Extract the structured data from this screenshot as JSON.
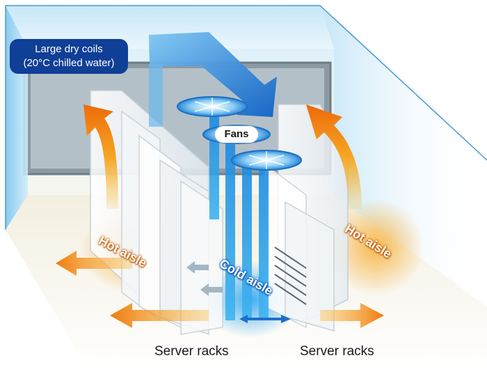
{
  "labels": {
    "coils_line1": "Large dry coils",
    "coils_line2": "(20°C chilled water)",
    "fans": "Fans",
    "hot_aisle": "Hot aisle",
    "cold_aisle": "Cold aisle",
    "server_racks": "Server racks"
  },
  "colors": {
    "hot": "#f07a0c",
    "cold": "#1f8fe0",
    "coil_box": "#0f3f96",
    "room_wall": "#a9d8f2"
  }
}
